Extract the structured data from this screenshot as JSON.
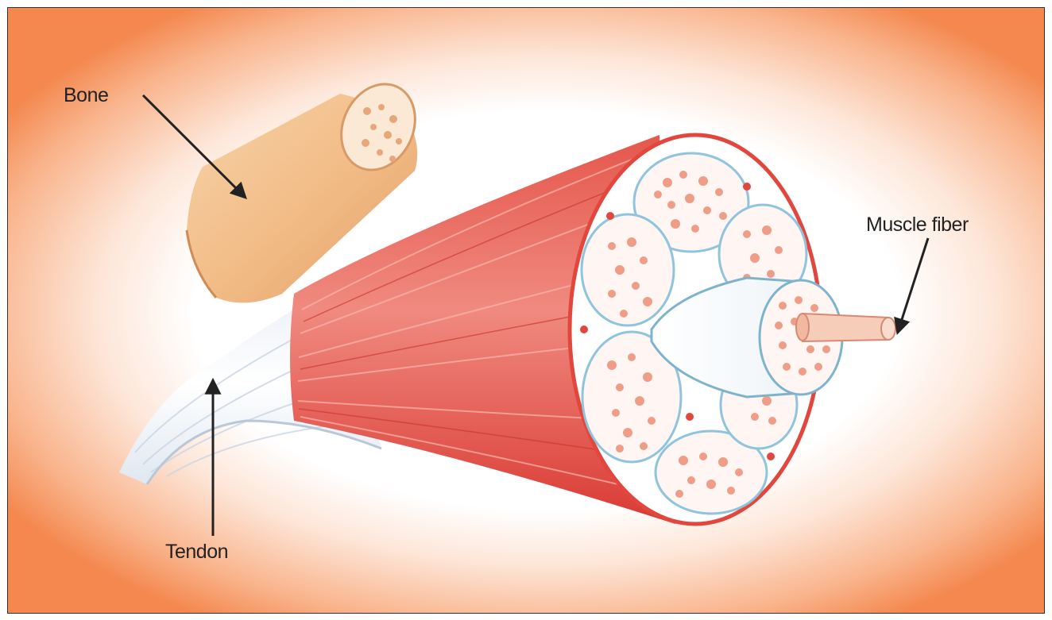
{
  "diagram": {
    "labels": {
      "bone": "Bone",
      "tendon": "Tendon",
      "muscle_fiber": "Muscle fiber"
    },
    "colors": {
      "background_edge": "#f4884f",
      "bone": "#f2c08e",
      "muscle": "#e2473e",
      "tendon": "#ffffff",
      "fascicle_dots": "#ef9d86"
    }
  }
}
